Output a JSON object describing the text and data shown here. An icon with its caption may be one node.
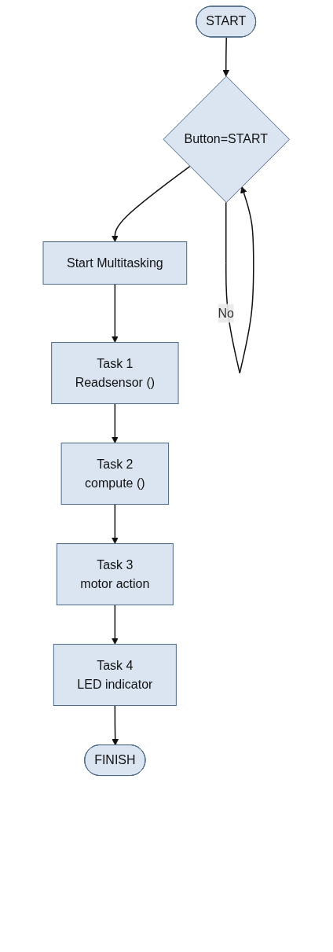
{
  "diagram": {
    "nodes": [
      {
        "text": [
          "START"
        ]
      },
      {
        "text": [
          "Button=START"
        ]
      },
      {
        "text": [
          "Start Multitasking"
        ]
      },
      {
        "text": [
          "Task 1",
          "Readsensor ()"
        ]
      },
      {
        "text": [
          "Task 2",
          "compute ()"
        ]
      },
      {
        "text": [
          "Task 3",
          "motor action"
        ]
      },
      {
        "text": [
          "Task 4",
          "LED indicator"
        ]
      },
      {
        "text": [
          "FINISH"
        ]
      }
    ],
    "edges": [
      {
        "from": 0,
        "to": 1,
        "arrow": "to"
      },
      {
        "from": 1,
        "to": 1,
        "arrow": "to",
        "label": "No"
      },
      {
        "from": 1,
        "to": 2,
        "arrow": "to"
      },
      {
        "from": 2,
        "to": 3,
        "arrow": "to"
      },
      {
        "from": 3,
        "to": 4,
        "arrow": "to"
      },
      {
        "from": 4,
        "to": 5,
        "arrow": "to"
      },
      {
        "from": 5,
        "to": 6,
        "arrow": "to"
      },
      {
        "from": 6,
        "to": 7,
        "arrow": "to"
      }
    ]
  }
}
